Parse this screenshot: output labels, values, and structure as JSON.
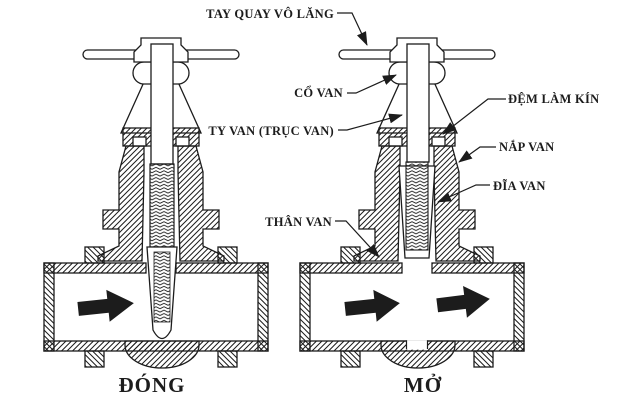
{
  "diagram": {
    "background": "#ffffff",
    "ink": "#1c1c1c",
    "callouts": {
      "handwheel": "TAY QUAY VÔ LĂNG",
      "valve_neck": "CỔ VAN",
      "valve_stem": "TY VAN (TRỤC VAN)",
      "sealing_gasket": "ĐỆM LÀM KÍN",
      "valve_bonnet": "NẮP VAN",
      "valve_disc": "ĐĨA VAN",
      "valve_body": "THÂN VAN"
    },
    "captions": {
      "closed": "ĐÓNG",
      "open": "MỞ"
    },
    "icons": {
      "flow_arrow": "flow-direction-right-arrow",
      "leader_arrow": "callout-pointer-arrow"
    }
  }
}
